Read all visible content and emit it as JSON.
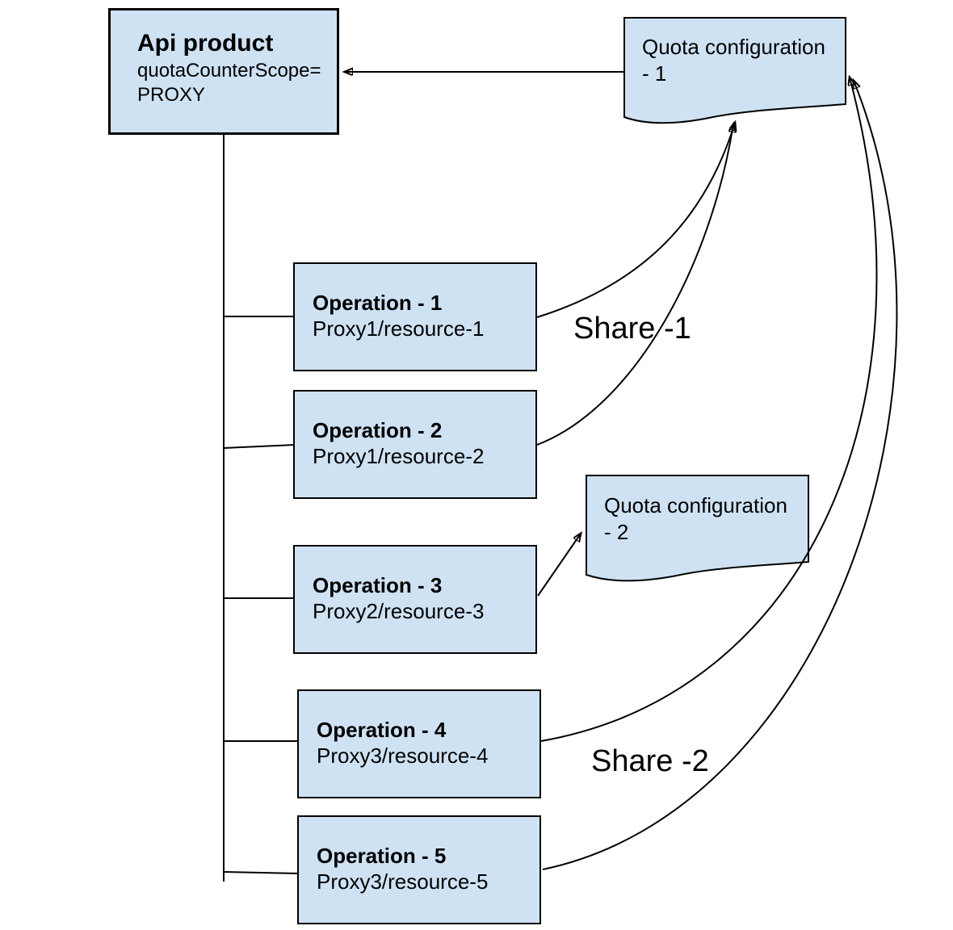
{
  "api_product": {
    "title": "Api product",
    "scope_line1": "quotaCounterScope=",
    "scope_line2": "PROXY"
  },
  "operations": [
    {
      "title": "Operation - 1",
      "path": "Proxy1/resource-1"
    },
    {
      "title": "Operation - 2",
      "path": "Proxy1/resource-2"
    },
    {
      "title": "Operation - 3",
      "path": "Proxy2/resource-3"
    },
    {
      "title": "Operation - 4",
      "path": "Proxy3/resource-4"
    },
    {
      "title": "Operation - 5",
      "path": "Proxy3/resource-5"
    }
  ],
  "quota_configs": [
    {
      "label": "Quota configuration - 1"
    },
    {
      "label": "Quota configuration - 2"
    }
  ],
  "share_labels": {
    "share_1": "Share -1",
    "share_2": "Share -2"
  },
  "colors": {
    "node_fill": "#cfe2f3",
    "stroke": "#000000",
    "background": "#ffffff"
  }
}
